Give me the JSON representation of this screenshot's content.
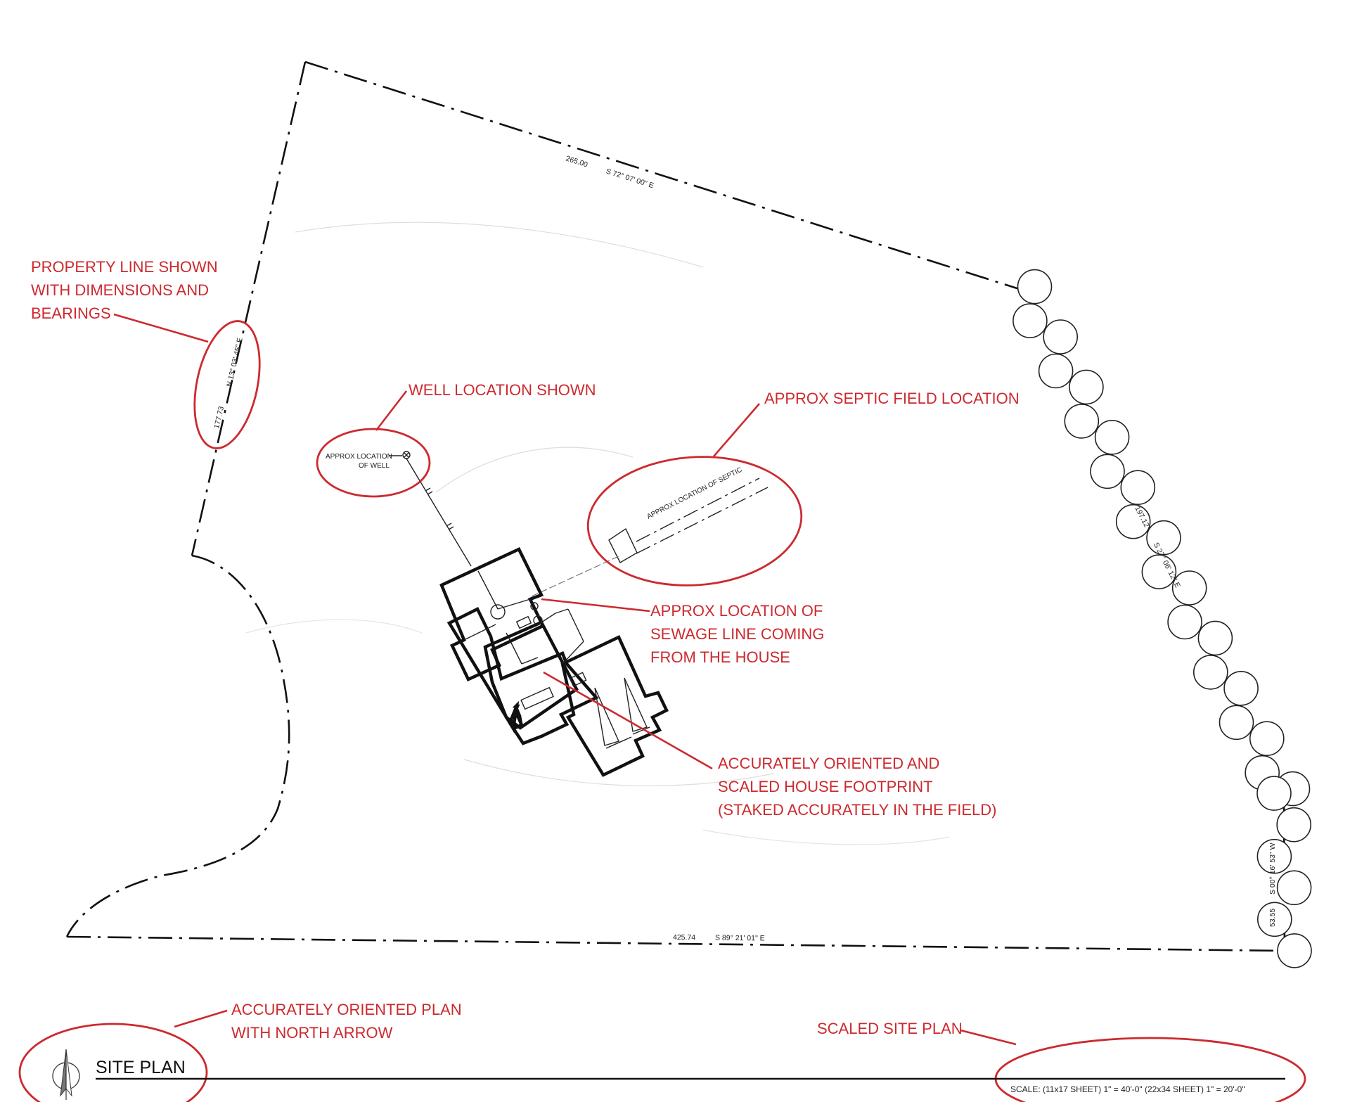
{
  "drawing": {
    "title": "SITE PLAN",
    "scale": "SCALE: (11x17 SHEET) 1\" = 40'-0\" (22x34 SHEET) 1\" = 20'-0\""
  },
  "property_lines": {
    "north": {
      "distance": "265.00",
      "bearing": "S 72° 07' 00\" E"
    },
    "west": {
      "distance": "177.73",
      "bearing": "N 13° 03' 45\" E"
    },
    "northeast": {
      "distance": "197.12",
      "bearing": "S 27° 06' 12\" E"
    },
    "east": {
      "distance": "53.55",
      "bearing": "S 00° 16' 53\" W"
    },
    "south": {
      "distance": "425.74",
      "bearing": "S 89° 21' 01\" E"
    }
  },
  "plan_labels": {
    "well_line1": "APPROX LOCATION",
    "well_line2": "OF WELL",
    "septic": "APPROX LOCATION OF SEPTIC"
  },
  "callouts": {
    "property_line": [
      "PROPERTY LINE SHOWN",
      "WITH DIMENSIONS AND",
      "BEARINGS"
    ],
    "well": [
      "WELL LOCATION SHOWN"
    ],
    "septic_field": [
      "APPROX SEPTIC FIELD LOCATION"
    ],
    "sewage_line": [
      "APPROX LOCATION OF",
      "SEWAGE LINE COMING",
      "FROM THE HOUSE"
    ],
    "house_footprint": [
      "ACCURATELY ORIENTED AND",
      "SCALED HOUSE FOOTPRINT",
      "(STAKED ACCURATELY IN THE FIELD)"
    ],
    "north_arrow": [
      "ACCURATELY ORIENTED PLAN",
      "WITH NORTH ARROW"
    ],
    "scaled": [
      "SCALED SITE PLAN"
    ]
  },
  "colors": {
    "annotation": "#cc2a2f",
    "linework": "#111111"
  }
}
